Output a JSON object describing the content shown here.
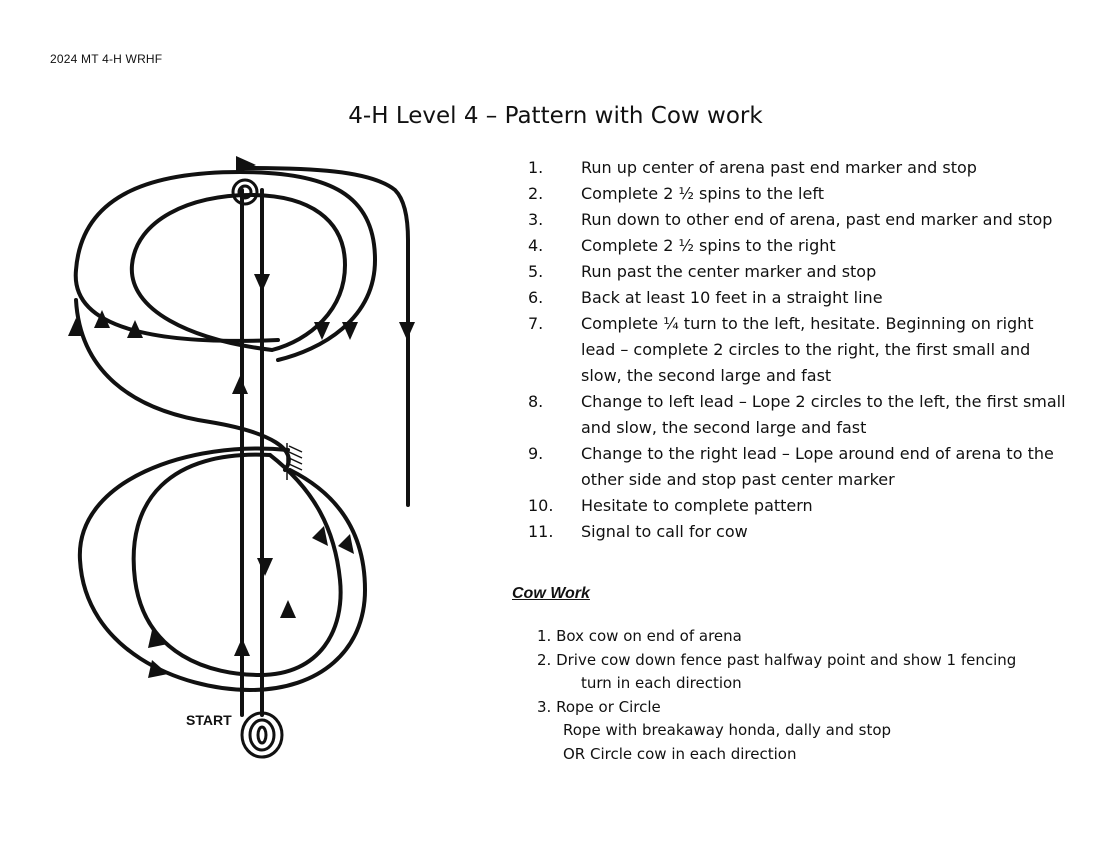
{
  "header_note": "2024 MT 4-H WRHF",
  "title": "4-H Level 4 – Pattern with Cow work",
  "diagram": {
    "start_label": "START"
  },
  "steps": [
    {
      "num": "1.",
      "text": "Run up center of arena past end marker and stop"
    },
    {
      "num": "2.",
      "text": "Complete 2 ½ spins to the left"
    },
    {
      "num": "3.",
      "text": "Run down to other end of arena, past end marker and stop"
    },
    {
      "num": "4.",
      "text": "Complete 2 ½ spins to the right"
    },
    {
      "num": "5.",
      "text": "Run past the center marker and stop"
    },
    {
      "num": "6.",
      "text": "Back at least 10 feet in a straight line"
    },
    {
      "num": "7.",
      "text": "Complete ¼ turn to the left, hesitate. Beginning on right lead – complete 2 circles to the right, the first small and slow, the second large and fast"
    },
    {
      "num": "8.",
      "text": "Change to left lead – Lope 2 circles to the left, the first small and slow, the second large and fast"
    },
    {
      "num": "9.",
      "text": "Change to the right lead – Lope around end of arena to the other side and stop past center marker"
    },
    {
      "num": "10.",
      "text": "Hesitate to complete pattern"
    },
    {
      "num": "11.",
      "text": "Signal to call for cow"
    }
  ],
  "cow_work": {
    "heading": "Cow Work",
    "item1": "1. Box cow on end of arena",
    "item2_a": "2. Drive cow down fence past halfway point and show 1 fencing",
    "item2_b": "turn in each direction",
    "item3": "3. Rope or Circle",
    "item3_sub1": "Rope with breakaway honda, dally and stop",
    "item3_sub2": "OR Circle cow in each direction"
  }
}
